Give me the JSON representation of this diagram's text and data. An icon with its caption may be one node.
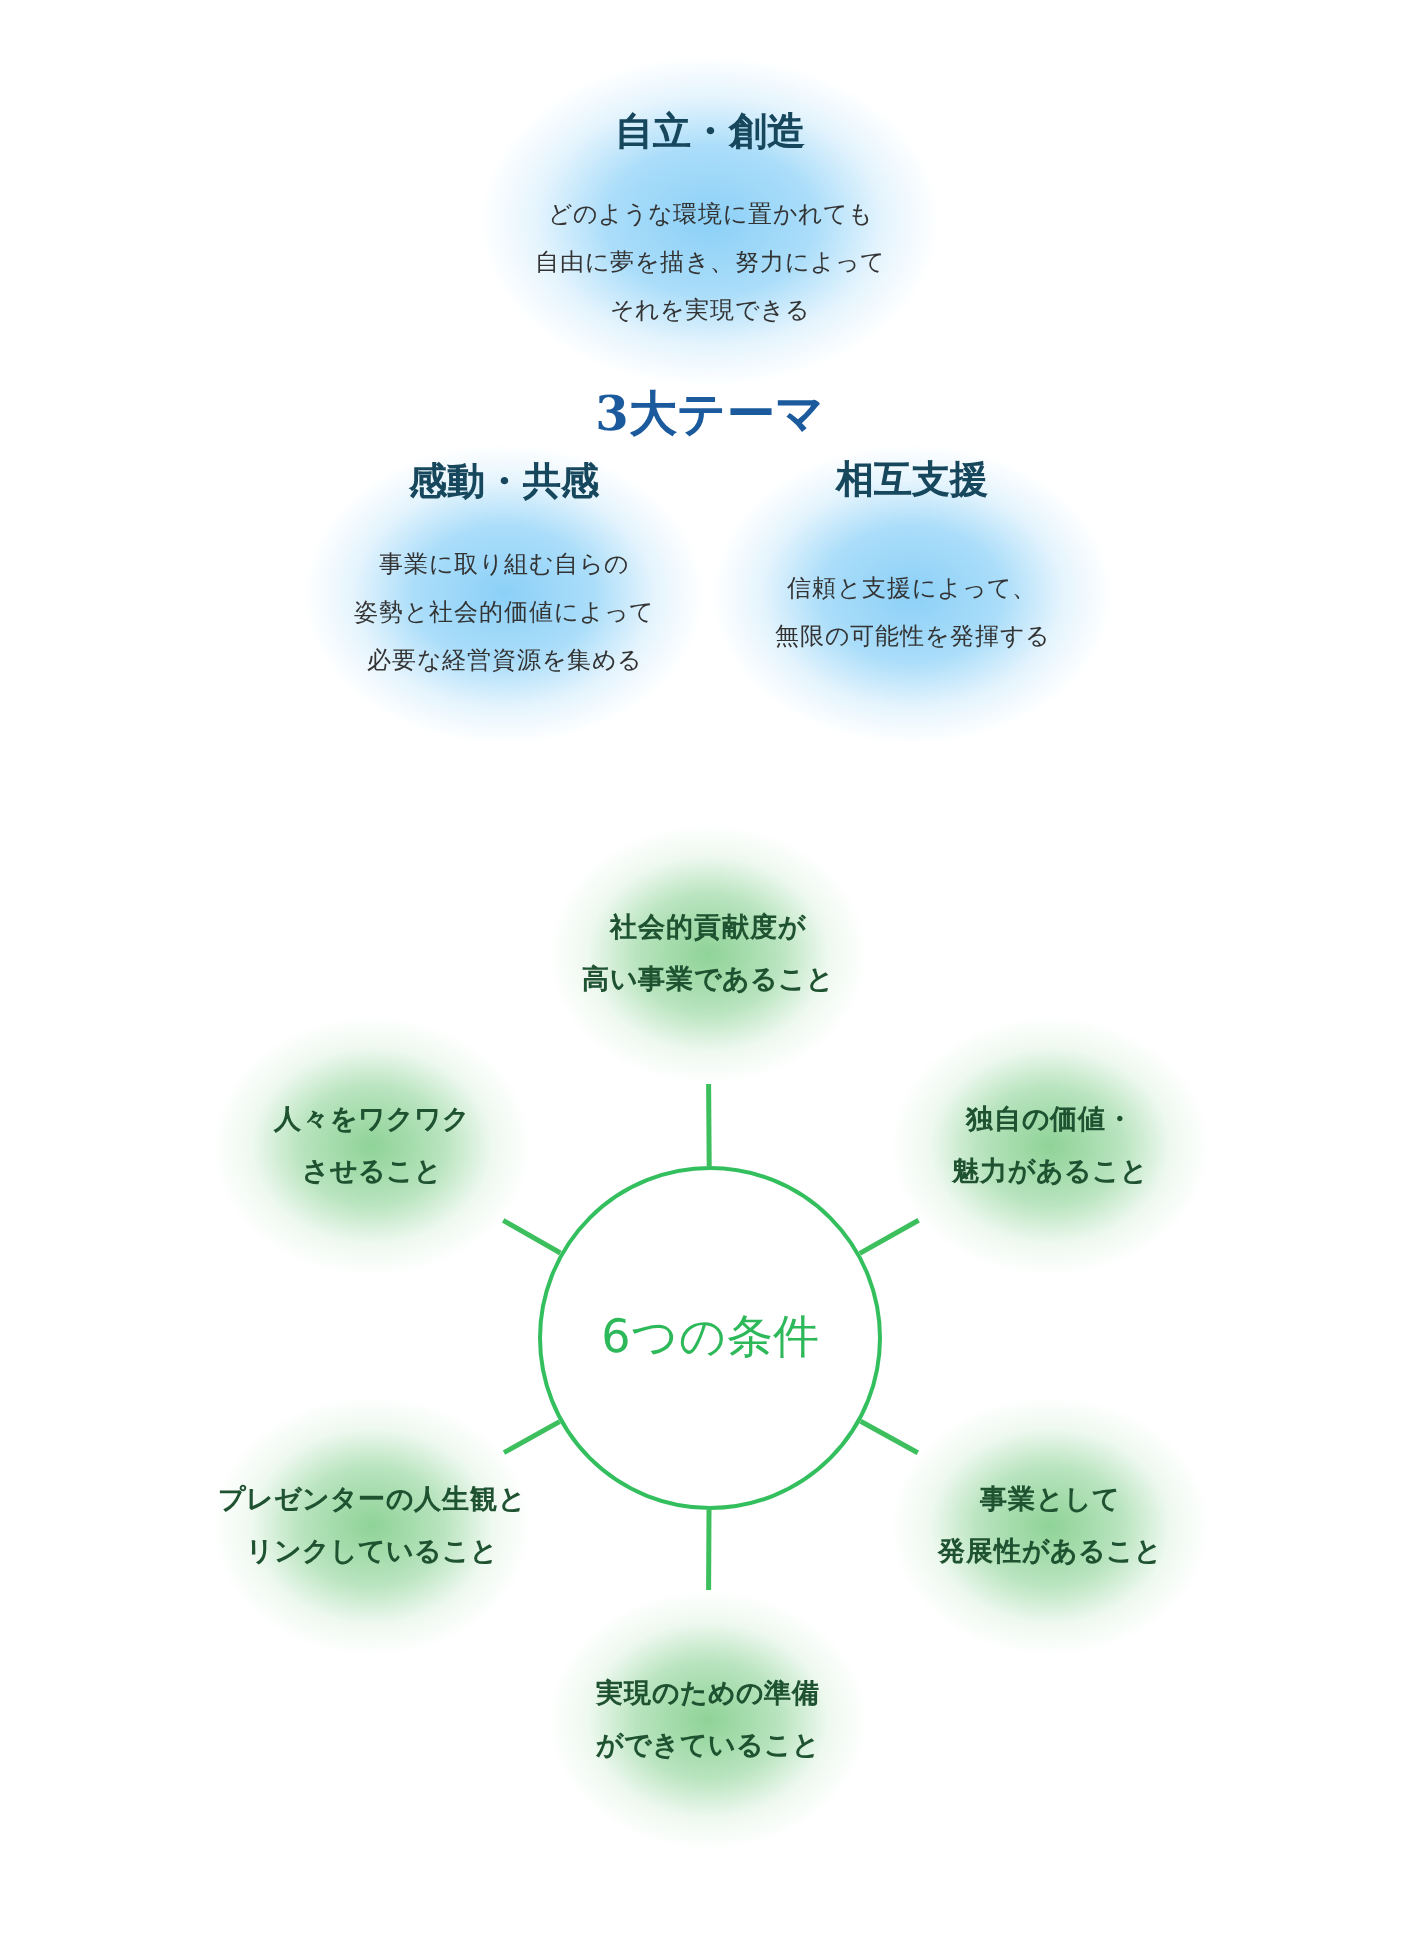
{
  "diagram": {
    "nodes": [
      {
        "text": [
          "自立・創造",
          "どのような環境に置かれても自由に夢を描き、努力によってそれを実現できる"
        ]
      },
      {
        "text": [
          "感動・共感",
          "事業に取り組む自らの姿勢と社会的価値によって必要な経営資源を集める"
        ]
      },
      {
        "text": [
          "相互支援",
          "信頼と支援によって、無限の可能性を発揮する"
        ]
      },
      {
        "text": [
          "社会的貢献度が高い事業であること"
        ]
      },
      {
        "text": [
          "人々をワクワクさせること"
        ]
      },
      {
        "text": [
          "独自の価値・魅力があること"
        ]
      },
      {
        "text": [
          "6つの条件"
        ]
      },
      {
        "text": [
          "プレゼンターの人生観とリンクしていること"
        ]
      },
      {
        "text": [
          "事業として発展性があること"
        ]
      },
      {
        "text": [
          "実現のための準備ができていること"
        ]
      }
    ],
    "edges": [
      {
        "from": 6,
        "to": 3,
        "arrow": "none"
      },
      {
        "from": 6,
        "to": 4,
        "arrow": "none"
      },
      {
        "from": 6,
        "to": 5,
        "arrow": "none"
      },
      {
        "from": 6,
        "to": 7,
        "arrow": "none"
      },
      {
        "from": 6,
        "to": 8,
        "arrow": "none"
      },
      {
        "from": 6,
        "to": 9,
        "arrow": "none"
      }
    ],
    "labels": [
      "3大テーマ"
    ]
  }
}
